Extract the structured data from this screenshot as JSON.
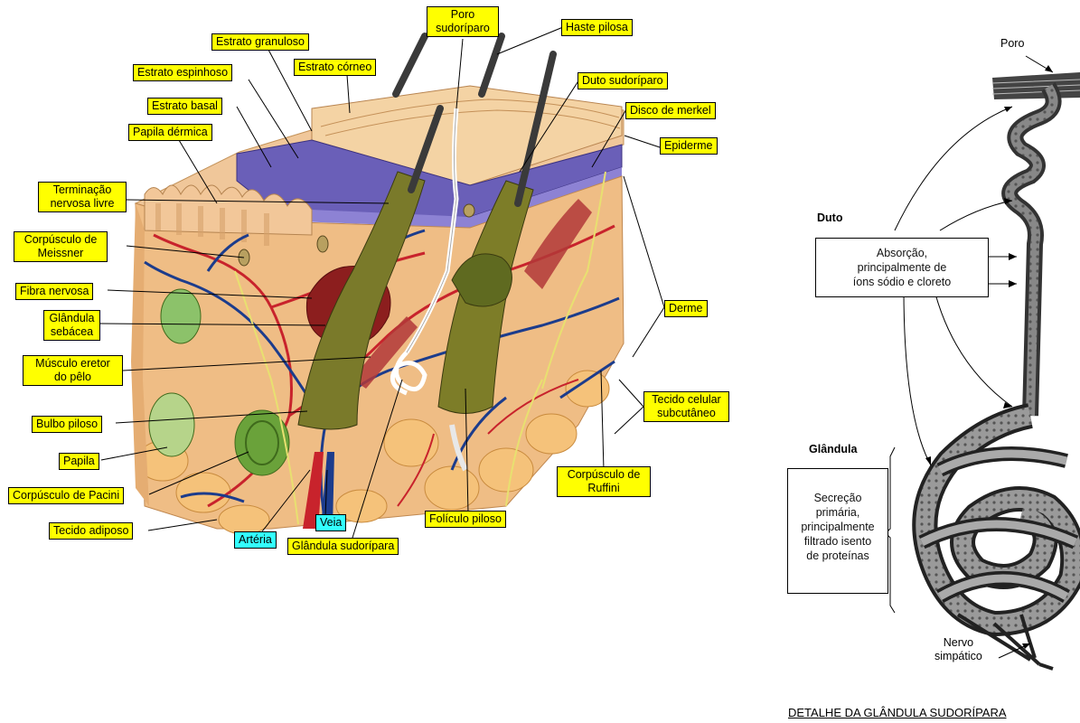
{
  "labels": {
    "poro_sudoriparo": [
      "Poro",
      "sudoríparo"
    ],
    "haste_pilosa": "Haste pilosa",
    "estrato_granuloso": "Estrato granuloso",
    "estrato_corneo": "Estrato córneo",
    "estrato_espinhoso": "Estrato espinhoso",
    "duto_sudoriparo": "Duto sudoríparo",
    "estrato_basal": "Estrato basal",
    "disco_merkel": "Disco de merkel",
    "papila_dermica": "Papila dérmica",
    "epiderme": "Epiderme",
    "terminacao_nervosa": [
      "Terminação",
      "nervosa livre"
    ],
    "corpusculo_meissner": [
      "Corpúsculo de",
      "Meissner"
    ],
    "fibra_nervosa": "Fibra nervosa",
    "glandula_sebacea": [
      "Glândula",
      "sebácea"
    ],
    "derme": "Derme",
    "musculo_eretor": [
      "Músculo eretor",
      "do pêlo"
    ],
    "tecido_subcutaneo": [
      "Tecido celular",
      "subcutâneo"
    ],
    "bulbo_piloso": "Bulbo piloso",
    "papila": "Papila",
    "corpusculo_ruffini": [
      "Corpúsculo de",
      "Ruffini"
    ],
    "corpusculo_pacini": "Corpúsculo de Pacini",
    "veia": "Veia",
    "foliculo_piloso": "Folículo piloso",
    "tecido_adiposo": "Tecido adiposo",
    "arteria": "Artéria",
    "glandula_sudoripara": "Glândula sudorípara"
  },
  "detail": {
    "poro": "Poro",
    "duto": "Duto",
    "absorption": [
      "Absorção,",
      "principalmente de",
      "íons sódio e cloreto"
    ],
    "glandula": "Glândula",
    "secretion": [
      "Secreção",
      "primária,",
      "principalmente",
      "filtrado isento",
      "de proteínas"
    ],
    "nervo": [
      "Nervo",
      "simpático"
    ],
    "caption": "DETALHE DA GLÂNDULA SUDORÍPARA"
  },
  "colors": {
    "label_bg": "#ffff00",
    "label_vessel_bg": "#33ffff",
    "skin": "#efc58c",
    "epidermis_purple": "#6a5fb8",
    "artery": "#c8232c",
    "vein": "#1c3c8c"
  }
}
